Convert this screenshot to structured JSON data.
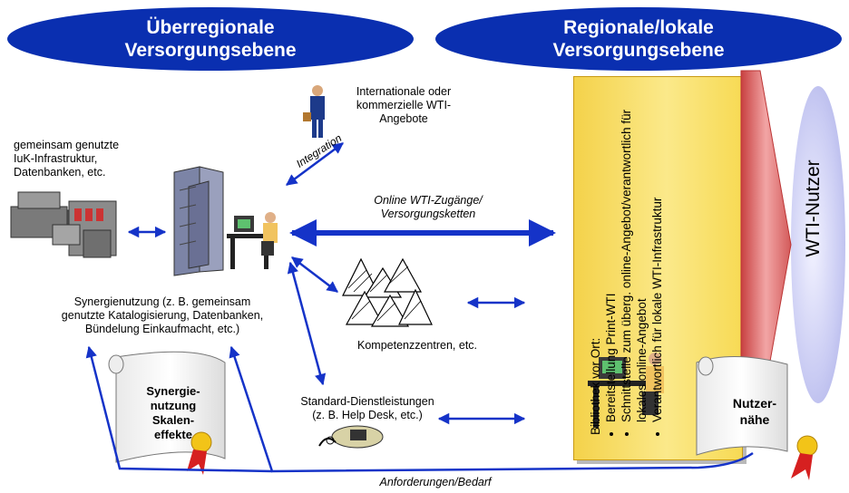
{
  "header": {
    "left_title": "Überregionale Versorgungsebene",
    "left_title_line1": "Überregionale",
    "left_title_line2": "Versorgungsebene",
    "right_title_line1": "Regionale/lokale",
    "right_title_line2": "Versorgungsebene"
  },
  "labels": {
    "international_line1": "Internationale oder",
    "international_line2": "kommerzielle WTI-",
    "international_line3": "Angebote",
    "shared_line1": "gemeinsam genutzte",
    "shared_line2": "IuK-Infrastruktur,",
    "shared_line3": "Datenbanken, etc.",
    "integration": "Integration",
    "online_line1": "Online WTI-Zugänge/",
    "online_line2": "Versorgungsketten",
    "synergy_line1": "Synergienutzung (z. B. gemeinsam",
    "synergy_line2": "genutzte Katalogisierung, Datenbanken,",
    "synergy_line3": "Bündelung Einkaufmacht, etc.)",
    "competence": "Kompetenzzentren, etc.",
    "standard_line1": "Standard-Dienstleistungen",
    "standard_line2": "(z. B. Help Desk, etc.)",
    "demand": "Anforderungen/Bedarf",
    "scroll_left_line1": "Synergie-",
    "scroll_left_line2": "nutzung",
    "scroll_left_line3": "Skalen-",
    "scroll_left_line4": "effekte",
    "scroll_right_line1": "Nutzer-",
    "scroll_right_line2": "nähe",
    "wti_user": "WTI-Nutzer"
  },
  "library": {
    "title": "Bibliothek vor Ort:",
    "bullets": [
      "Bereitstellung Print-WTI",
      "Schnittstelle zum überg. online-Angebot/verantwortlich für lokales online-Angebot",
      "Verantwortlich für lokale WTI-Infrastruktur"
    ]
  },
  "colors": {
    "ellipse": "#0a2fb0",
    "arrow": "#1533c8",
    "panel": "#f7da54",
    "big_arrow": "#e07b7b",
    "user_shape": "#c9cbf3"
  }
}
